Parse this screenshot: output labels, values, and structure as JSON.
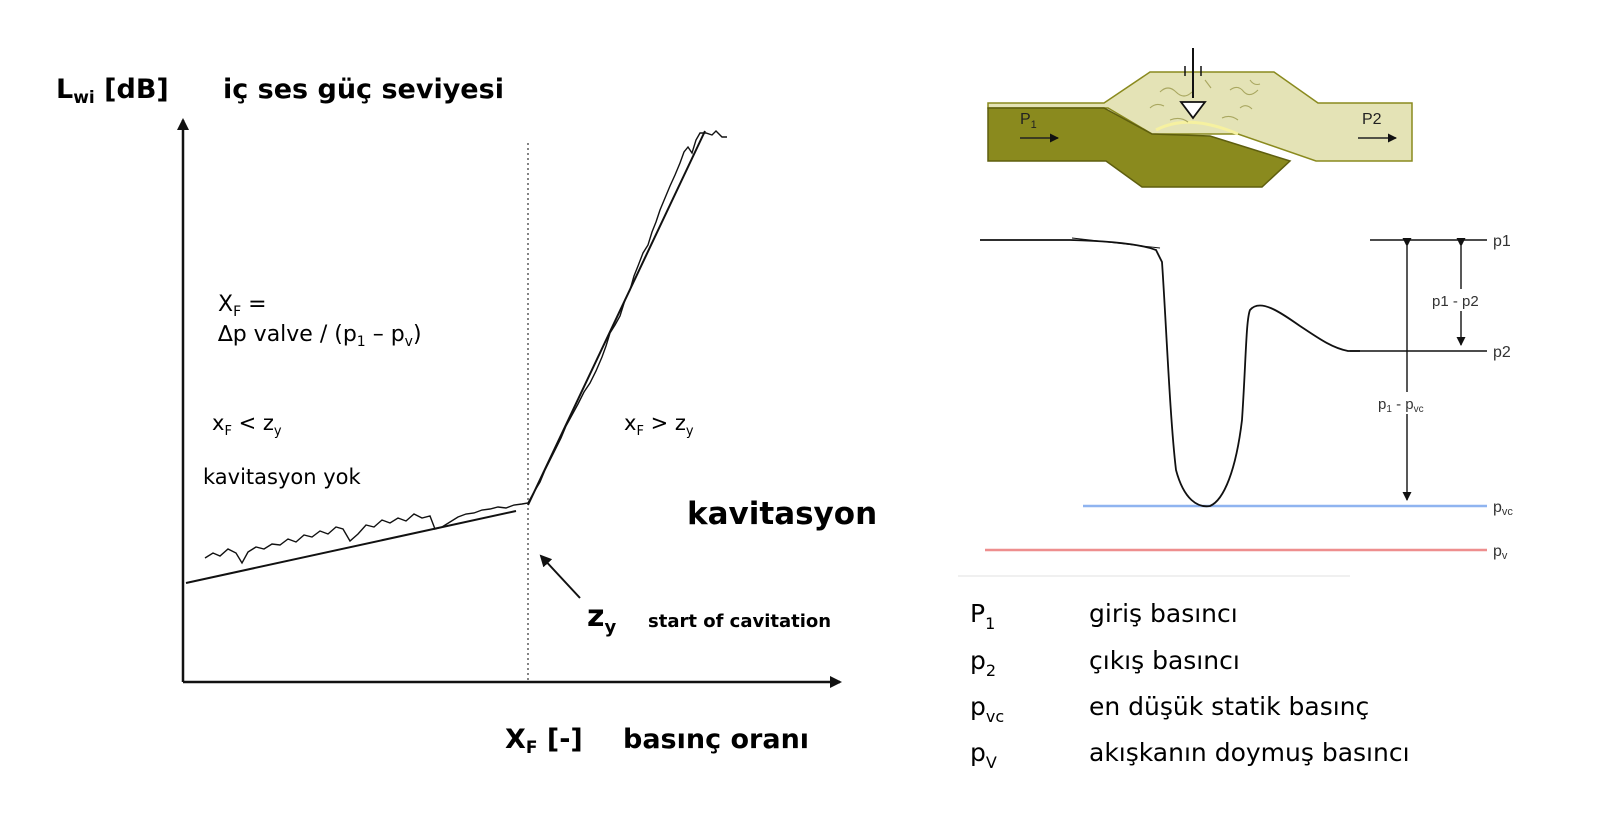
{
  "left": {
    "y_axis_title_main": "L",
    "y_axis_title_sub": "wi",
    "y_axis_title_rest": " [dB]",
    "y_axis_desc": "iç ses güç seviyesi",
    "x_axis_title_main": "X",
    "x_axis_title_sub": "F",
    "x_axis_title_rest": " [-]",
    "x_axis_desc": "basınç oranı",
    "formula_line1_main": "X",
    "formula_line1_sub": "F",
    "formula_line1_rest": " =",
    "formula_line2_a": "∆p valve / (p",
    "formula_line2_sub1": "1",
    "formula_line2_b": " – p",
    "formula_line2_sub2": "v",
    "formula_line2_c": ")",
    "cond_left_a": "x",
    "cond_left_sub1": "F",
    "cond_left_b": " < z",
    "cond_left_sub2": "y",
    "cond_right_a": "x",
    "cond_right_sub1": "F",
    "cond_right_b": " > z",
    "cond_right_sub2": "y",
    "no_cavitation": "kavitasyon yok",
    "cavitation": "kavitasyon",
    "zy_main": "z",
    "zy_sub": "y",
    "start_of_cavitation": "start of cavitation"
  },
  "valve": {
    "p1_label": "P",
    "p1_sub": "1",
    "p2_label": "P2",
    "body_color": "#8a8a1e",
    "body_light": "#e3e2b4"
  },
  "pressure": {
    "right_p1": "p1",
    "right_p2": "p2",
    "right_pvc_main": "p",
    "right_pvc_sub": "vc",
    "right_pv_main": "p",
    "right_pv_sub": "v",
    "diff_p1p2": "p1 - p2",
    "diff_p1pvc_main": "p",
    "diff_p1pvc_sub1": "1",
    "diff_p1pvc_mid": " - p",
    "diff_p1pvc_sub2": "vc",
    "pvc_line_color": "#8fb4f0",
    "pv_line_color": "#ee8e8e"
  },
  "legend": [
    {
      "sym_main": "P",
      "sym_sub": "1",
      "desc": "giriş basıncı"
    },
    {
      "sym_main": "p",
      "sym_sub": "2",
      "desc": "çıkış basıncı"
    },
    {
      "sym_main": "p",
      "sym_sub": "vc",
      "desc": "en düşük statik basınç"
    },
    {
      "sym_main": "p",
      "sym_sub": "V",
      "desc": "akışkanın doymuş basıncı"
    }
  ]
}
